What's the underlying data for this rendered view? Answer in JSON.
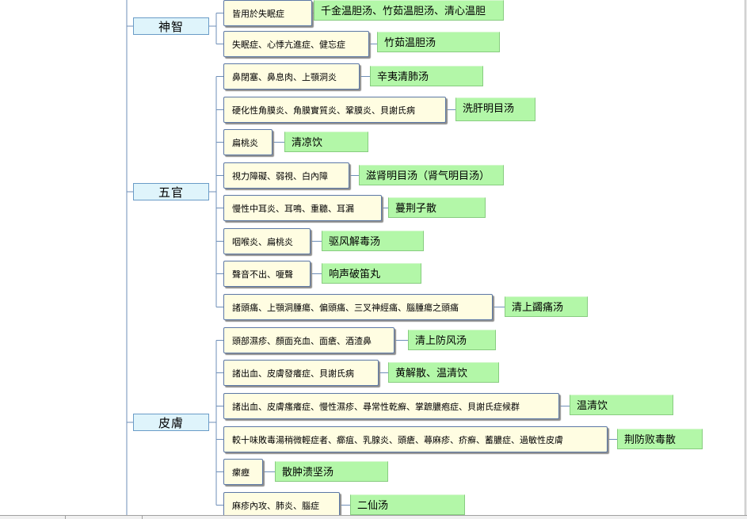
{
  "categories": [
    {
      "id": "shenzhi",
      "label": "神智",
      "rows": [
        {
          "symptom": "皆用於失眠症",
          "remedy": "千金温胆汤、竹茹温胆汤、清心温胆"
        },
        {
          "symptom": "失眠症、心悸亢進症、健忘症",
          "remedy": "竹茹温胆汤"
        }
      ]
    },
    {
      "id": "wuguan",
      "label": "五官",
      "rows": [
        {
          "symptom": "鼻閉塞、鼻息肉、上顎洞炎",
          "remedy": "辛夷清肺汤"
        },
        {
          "symptom": "硬化性角膜炎、角膜實質炎、鞏膜炎、貝謝氏病",
          "remedy": "洗肝明目汤"
        },
        {
          "symptom": "扁桃炎",
          "remedy": "清凉饮"
        },
        {
          "symptom": "視力障礙、弱視、白內障",
          "remedy": "滋肾明目汤（肾气明目汤）"
        },
        {
          "symptom": "慢性中耳炎、耳鳴、重聽、耳漏",
          "remedy": "蔓荆子散"
        },
        {
          "symptom": "咽喉炎、扁桃炎",
          "remedy": "驱风解毒汤"
        },
        {
          "symptom": "聲音不出、嗄聲",
          "remedy": "响声破笛丸"
        },
        {
          "symptom": "諸頭痛、上顎洞腫瘍、偏頭痛、三叉神經痛、腦腫瘍之頭痛",
          "remedy": "清上蠲痛汤"
        }
      ]
    },
    {
      "id": "pifu",
      "label": "皮膚",
      "rows": [
        {
          "symptom": "頭部濕疹、顏面充血、面瘡、酒渣鼻",
          "remedy": "清上防风汤"
        },
        {
          "symptom": "諸出血、皮膚發癢症、貝謝氏病",
          "remedy": "黄解散、温清饮"
        },
        {
          "symptom": "諸出血、皮膚瘙癢症、慢性濕疹、尋常性乾癬、掌蹠膿疱症、貝謝氏症候群",
          "remedy": "温清饮"
        },
        {
          "symptom": "較十味敗毒湯稍微輕症者、癤疽、乳腺炎、頭瘡、蕁麻疹、疥癬、蓄膿症、過敏性皮膚",
          "remedy": "荆防败毒散"
        },
        {
          "symptom": "瘰癧",
          "remedy": "散肿溃坚汤"
        },
        {
          "symptom": "麻疹內攻、肺炎、腦症",
          "remedy": "二仙汤"
        }
      ]
    }
  ]
}
